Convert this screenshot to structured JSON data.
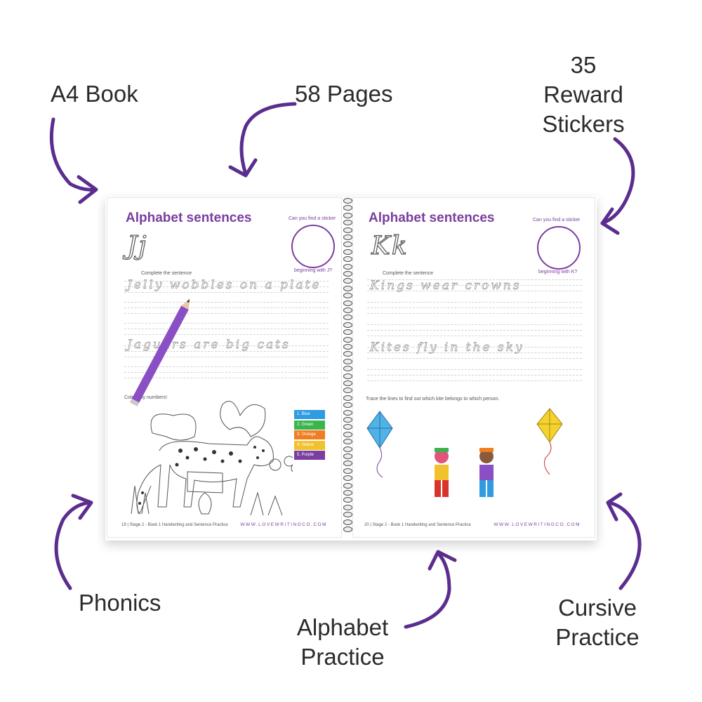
{
  "callouts": {
    "a4_book": "A4 Book",
    "pages": "58 Pages",
    "stickers": [
      "35",
      "Reward",
      "Stickers"
    ],
    "phonics": "Phonics",
    "alphabet_practice": [
      "Alphabet",
      "Practice"
    ],
    "cursive_practice": [
      "Cursive",
      "Practice"
    ]
  },
  "left_page": {
    "title": "Alphabet sentences",
    "letters": "Jj",
    "sticker_prompt_top": "Can you find a sticker",
    "sticker_prompt_bottom": "beginning with J?",
    "instruction": "Complete the sentence",
    "trace_1": "Jelly wobbles on a plate",
    "trace_2": "Jaguars are big cats",
    "colour_label": "Colour by numbers!",
    "colour_key": [
      {
        "label": "1. Blue",
        "color": "#2f9be0"
      },
      {
        "label": "2. Green",
        "color": "#3cb44b"
      },
      {
        "label": "3. Orange",
        "color": "#f07d22"
      },
      {
        "label": "4. Yellow",
        "color": "#f2c12e"
      },
      {
        "label": "5. Purple",
        "color": "#7a3ea0"
      }
    ],
    "footer": "19 | Stage 2 - Book 1 Handwriting and Sentence Practice",
    "footer_url": "WWW.LOVEWRITINGCO.COM"
  },
  "right_page": {
    "title": "Alphabet sentences",
    "letters": "Kk",
    "sticker_prompt_top": "Can you find a sticker",
    "sticker_prompt_bottom": "beginning with K?",
    "instruction": "Complete the sentence",
    "trace_1": "Kings wear crowns",
    "trace_2": "Kites fly in the sky",
    "kite_instruction": "Trace the lines to find out which kite belongs to which person.",
    "footer": "20 | Stage 2 - Book 1 Handwriting and Sentence Practice",
    "footer_url": "WWW.LOVEWRITINGCO.COM"
  },
  "colors": {
    "accent_purple": "#5b2d8e",
    "title_purple": "#7a3ea0",
    "pencil": "#8a4fc4"
  }
}
